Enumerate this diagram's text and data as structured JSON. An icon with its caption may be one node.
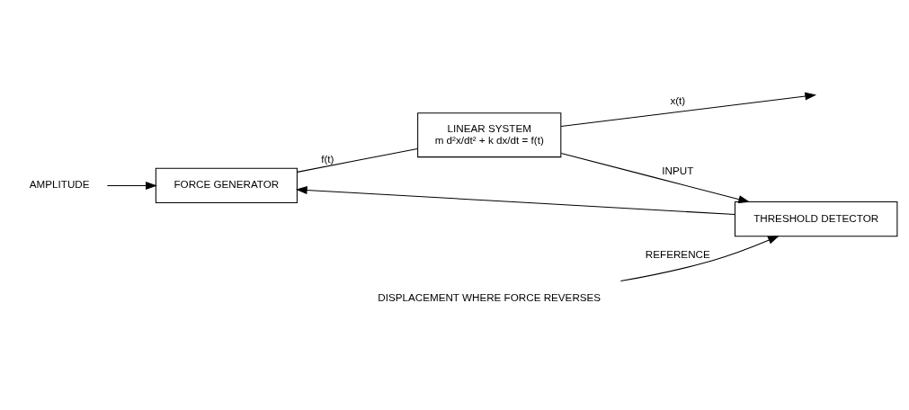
{
  "diagram": {
    "nodes": [
      {
        "text": [
          "AMPLITUDE"
        ]
      },
      {
        "text": [
          "FORCE GENERATOR"
        ]
      },
      {
        "text": [
          "LINEAR SYSTEM",
          "m d²x/dt² + k dx/dt = f(t)"
        ]
      },
      {
        "text": [
          "THRESHOLD DETECTOR"
        ]
      },
      {
        "text": [
          "DISPLACEMENT WHERE FORCE REVERSES"
        ]
      }
    ],
    "edges": [
      {
        "from": 0,
        "to": 1,
        "arrow": "to"
      },
      {
        "from": 1,
        "to": 2,
        "arrow": "none",
        "label": "f(t)"
      },
      {
        "from": 2,
        "to": null,
        "arrow": "to",
        "label": "x(t)"
      },
      {
        "from": 2,
        "to": 3,
        "arrow": "to",
        "label": "INPUT"
      },
      {
        "from": 3,
        "to": 1,
        "arrow": "to"
      },
      {
        "from": 4,
        "to": 3,
        "arrow": "to",
        "label": "REFERENCE"
      }
    ]
  }
}
